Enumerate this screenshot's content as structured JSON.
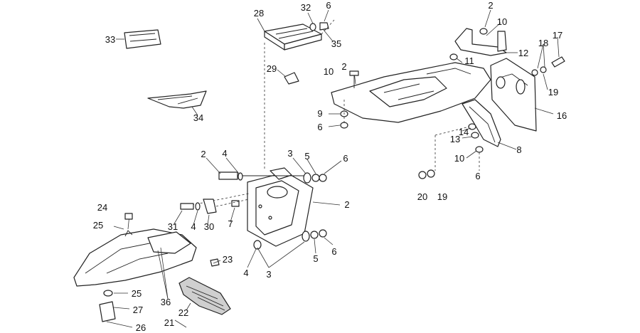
{
  "callouts": [
    {
      "id": "c28",
      "label": "28"
    },
    {
      "id": "c32",
      "label": "32"
    },
    {
      "id": "c6a",
      "label": "6"
    },
    {
      "id": "c35",
      "label": "35"
    },
    {
      "id": "c33",
      "label": "33"
    },
    {
      "id": "c29",
      "label": "29"
    },
    {
      "id": "c34",
      "label": "34"
    },
    {
      "id": "c2a",
      "label": "2"
    },
    {
      "id": "c10a",
      "label": "10"
    },
    {
      "id": "c9",
      "label": "9"
    },
    {
      "id": "c6b",
      "label": "6"
    },
    {
      "id": "c2b",
      "label": "2"
    },
    {
      "id": "c10b",
      "label": "10"
    },
    {
      "id": "c11",
      "label": "11"
    },
    {
      "id": "c12",
      "label": "12"
    },
    {
      "id": "c18",
      "label": "18"
    },
    {
      "id": "c17",
      "label": "17"
    },
    {
      "id": "c19a",
      "label": "19"
    },
    {
      "id": "c16",
      "label": "16"
    },
    {
      "id": "c14",
      "label": "14"
    },
    {
      "id": "c13",
      "label": "13"
    },
    {
      "id": "c8",
      "label": "8"
    },
    {
      "id": "c10c",
      "label": "10"
    },
    {
      "id": "c6c",
      "label": "6"
    },
    {
      "id": "c20",
      "label": "20"
    },
    {
      "id": "c19b",
      "label": "19"
    },
    {
      "id": "c2c",
      "label": "2"
    },
    {
      "id": "c4a",
      "label": "4"
    },
    {
      "id": "c3a",
      "label": "3"
    },
    {
      "id": "c5a",
      "label": "5"
    },
    {
      "id": "c6d",
      "label": "6"
    },
    {
      "id": "c2d",
      "label": "2"
    },
    {
      "id": "c24",
      "label": "24"
    },
    {
      "id": "c25a",
      "label": "25"
    },
    {
      "id": "c31",
      "label": "31"
    },
    {
      "id": "c4b",
      "label": "4"
    },
    {
      "id": "c30",
      "label": "30"
    },
    {
      "id": "c7",
      "label": "7"
    },
    {
      "id": "c23",
      "label": "23"
    },
    {
      "id": "c5b",
      "label": "5"
    },
    {
      "id": "c6e",
      "label": "6"
    },
    {
      "id": "c4c",
      "label": "4"
    },
    {
      "id": "c3b",
      "label": "3"
    },
    {
      "id": "c25b",
      "label": "25"
    },
    {
      "id": "c27",
      "label": "27"
    },
    {
      "id": "c36",
      "label": "36"
    },
    {
      "id": "c22",
      "label": "22"
    },
    {
      "id": "c21",
      "label": "21"
    },
    {
      "id": "c26",
      "label": "26"
    }
  ]
}
